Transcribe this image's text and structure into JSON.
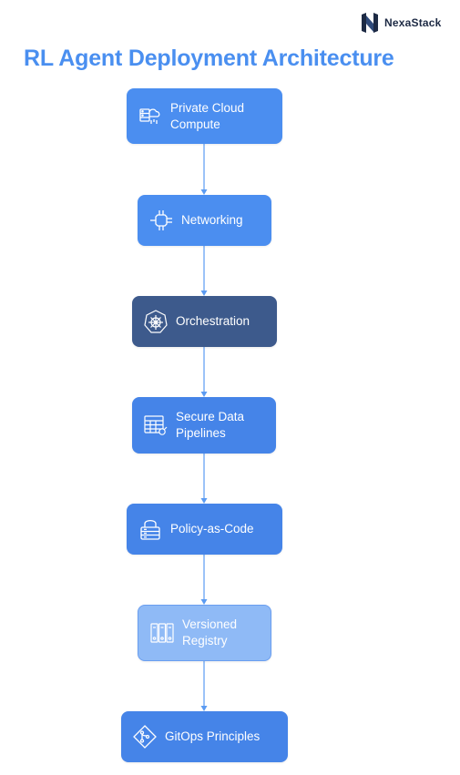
{
  "brand": {
    "name": "NexaStack"
  },
  "title": "RL Agent Deployment Architecture",
  "colors": {
    "title": "#4a8ff0",
    "node_blue": "#4b8ef0",
    "node_dark": "#3d5a8c",
    "node_light": "#8fbaf6",
    "node_mid": "#4584e8",
    "connector": "#5b9bf2"
  },
  "nodes": [
    {
      "id": "private-cloud",
      "label": "Private Cloud\nCompute",
      "icon": "cloud-server-icon",
      "color": "#4b8ef0"
    },
    {
      "id": "networking",
      "label": "Networking",
      "icon": "network-chip-icon",
      "color": "#4b8ef0"
    },
    {
      "id": "orchestration",
      "label": "Orchestration",
      "icon": "helm-wheel-icon",
      "color": "#3d5a8c"
    },
    {
      "id": "secure-data",
      "label": "Secure Data\nPipelines",
      "icon": "data-grid-icon",
      "color": "#4584e8"
    },
    {
      "id": "policy",
      "label": "Policy-as-Code",
      "icon": "lock-icon",
      "color": "#4584e8"
    },
    {
      "id": "registry",
      "label": "Versioned\nRegistry",
      "icon": "cabinet-icon",
      "color": "#8fbaf6"
    },
    {
      "id": "gitops",
      "label": "GitOps Principles",
      "icon": "git-branch-icon",
      "color": "#4584e8"
    }
  ]
}
